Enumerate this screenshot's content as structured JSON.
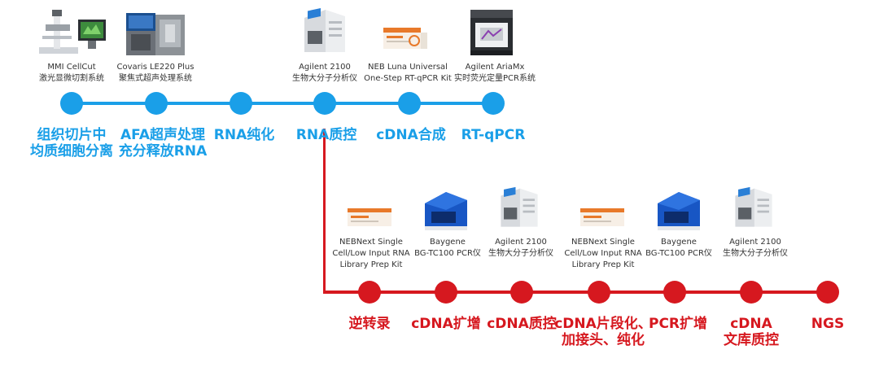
{
  "colors": {
    "blue": "#1a9fe8",
    "red": "#d6181f",
    "text": "#333333"
  },
  "top_row": {
    "devices": [
      {
        "icon": "microscope-icon",
        "lines": [
          "MMI CellCut",
          "激光显微切割系统"
        ]
      },
      {
        "icon": "sonicator-icon",
        "lines": [
          "Covaris LE220 Plus",
          "聚焦式超声处理系统"
        ]
      },
      {
        "icon": "bioanalyzer-icon",
        "lines": [
          "Agilent 2100",
          "生物大分子分析仪"
        ]
      },
      {
        "icon": "kit-box-icon",
        "lines": [
          "NEB Luna Universal",
          "One-Step RT-qPCR Kit"
        ]
      },
      {
        "icon": "qpcr-instrument-icon",
        "lines": [
          "Agilent AriaMx",
          "实时荧光定量PCR系统"
        ]
      }
    ],
    "stages": [
      {
        "lines": [
          "组织切片中",
          "均质细胞分离"
        ]
      },
      {
        "lines": [
          "AFA超声处理",
          "充分释放RNA"
        ]
      },
      {
        "lines": [
          "RNA纯化"
        ]
      },
      {
        "lines": [
          "RNA质控"
        ]
      },
      {
        "lines": [
          "cDNA合成"
        ]
      },
      {
        "lines": [
          "RT-qPCR"
        ]
      }
    ]
  },
  "bottom_row": {
    "devices": [
      {
        "icon": "kit-box-icon",
        "lines": [
          "NEBNext Single",
          "Cell/Low Input RNA",
          "Library Prep Kit"
        ]
      },
      {
        "icon": "pcr-instrument-icon",
        "lines": [
          "Baygene",
          "BG-TC100 PCR仪"
        ]
      },
      {
        "icon": "bioanalyzer-icon",
        "lines": [
          "Agilent 2100",
          "生物大分子分析仪"
        ]
      },
      {
        "icon": "kit-box-icon",
        "lines": [
          "NEBNext Single",
          "Cell/Low Input RNA",
          "Library Prep Kit"
        ]
      },
      {
        "icon": "pcr-instrument-icon",
        "lines": [
          "Baygene",
          "BG-TC100 PCR仪"
        ]
      },
      {
        "icon": "bioanalyzer-icon",
        "lines": [
          "Agilent 2100",
          "生物大分子分析仪"
        ]
      }
    ],
    "stages": [
      {
        "lines": [
          "逆转录"
        ]
      },
      {
        "lines": [
          "cDNA扩增"
        ]
      },
      {
        "lines": [
          "cDNA质控"
        ]
      },
      {
        "lines": [
          "cDNA片段化、",
          "加接头、纯化"
        ]
      },
      {
        "lines": [
          "PCR扩增"
        ]
      },
      {
        "lines": [
          "cDNA",
          "文库质控"
        ]
      },
      {
        "lines": [
          "NGS"
        ]
      }
    ]
  }
}
